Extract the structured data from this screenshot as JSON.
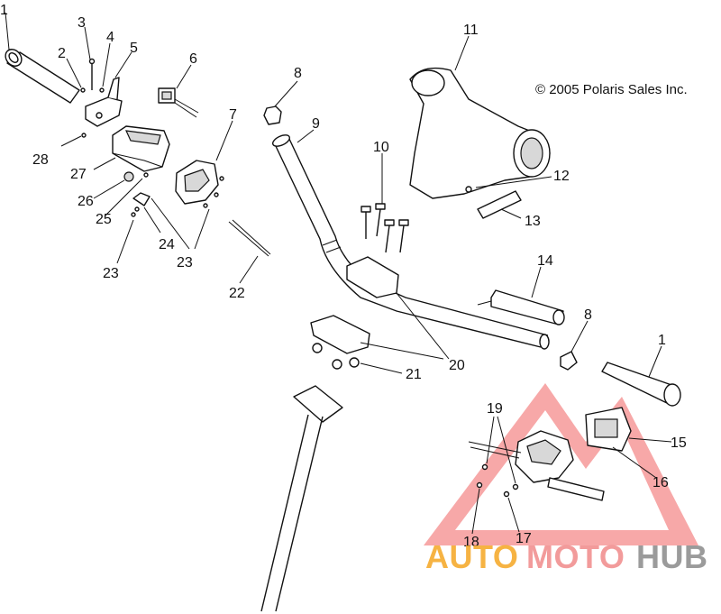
{
  "copyright": "© 2005 Polaris Sales Inc.",
  "watermark": {
    "part1": "AUTO",
    "part2": "MOTO",
    "part3": "HUB",
    "color1": "#f5a623",
    "color2": "#f08a8a",
    "color3": "#8a8a8a",
    "triangle_color": "#f06060"
  },
  "callouts": {
    "c1a": "1",
    "c2": "2",
    "c3": "3",
    "c4": "4",
    "c5": "5",
    "c6": "6",
    "c7": "7",
    "c8a": "8",
    "c9": "9",
    "c10": "10",
    "c11": "11",
    "c12": "12",
    "c13": "13",
    "c14": "14",
    "c8b": "8",
    "c1b": "1",
    "c15": "15",
    "c16": "16",
    "c17": "17",
    "c18": "18",
    "c19": "19",
    "c20": "20",
    "c21": "21",
    "c22": "22",
    "c23a": "23",
    "c23b": "23",
    "c24": "24",
    "c25": "25",
    "c26": "26",
    "c27": "27",
    "c28": "28"
  }
}
